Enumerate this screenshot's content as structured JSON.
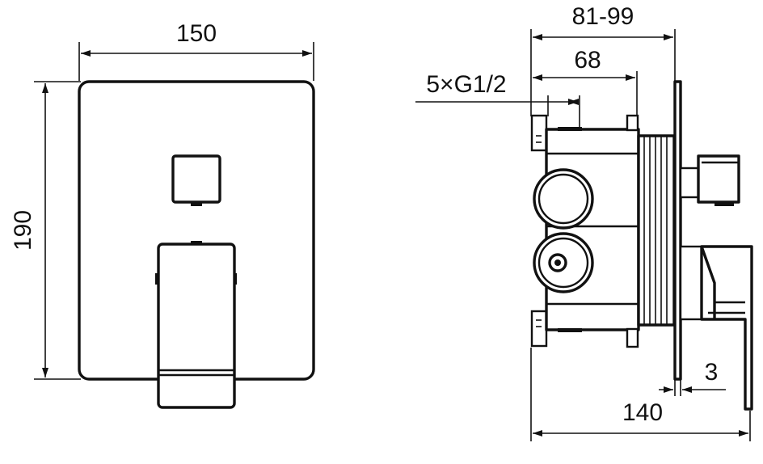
{
  "front_view": {
    "width_label": "150",
    "height_label": "190"
  },
  "side_view": {
    "overall_depth_range_label": "81-99",
    "body_depth_label": "68",
    "thread_label": "5×G1/2",
    "plate_thickness_label": "3",
    "total_depth_label": "140"
  }
}
